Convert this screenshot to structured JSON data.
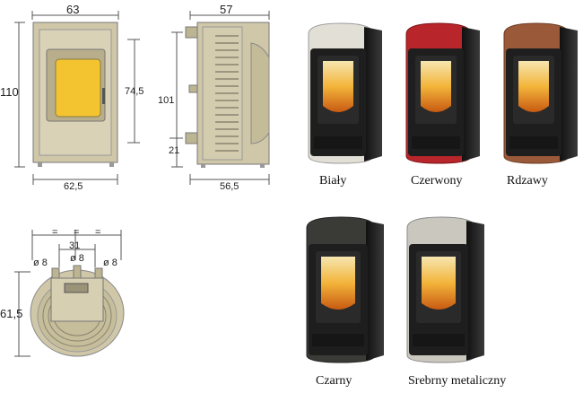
{
  "front_view": {
    "width_top": "63",
    "height": "110",
    "inner_height": "74,5",
    "width_bottom": "62,5"
  },
  "side_view": {
    "depth_top": "57",
    "outlet_height": "101",
    "inlet_height": "21",
    "depth_bottom": "56,5"
  },
  "top_view": {
    "equal_left": "=",
    "equal_mid": "=",
    "equal_right": "=",
    "spacing": "31",
    "pipe_left": "ø 8",
    "pipe_center": "ø 8",
    "pipe_right": "ø 8",
    "depth": "61,5"
  },
  "variants": [
    {
      "label": "Biały",
      "color": "#e2e0d6"
    },
    {
      "label": "Czerwony",
      "color": "#b8252a"
    },
    {
      "label": "Rdzawy",
      "color": "#9a5a3a"
    },
    {
      "label": "Czarny",
      "color": "#3a3a36"
    },
    {
      "label": "Srebrny metaliczny",
      "color": "#c9c7be"
    }
  ],
  "colors": {
    "outline": "#555555",
    "body_fill": "#cfc7a8",
    "glass": "#f4c430",
    "stove_body": "#222222"
  }
}
